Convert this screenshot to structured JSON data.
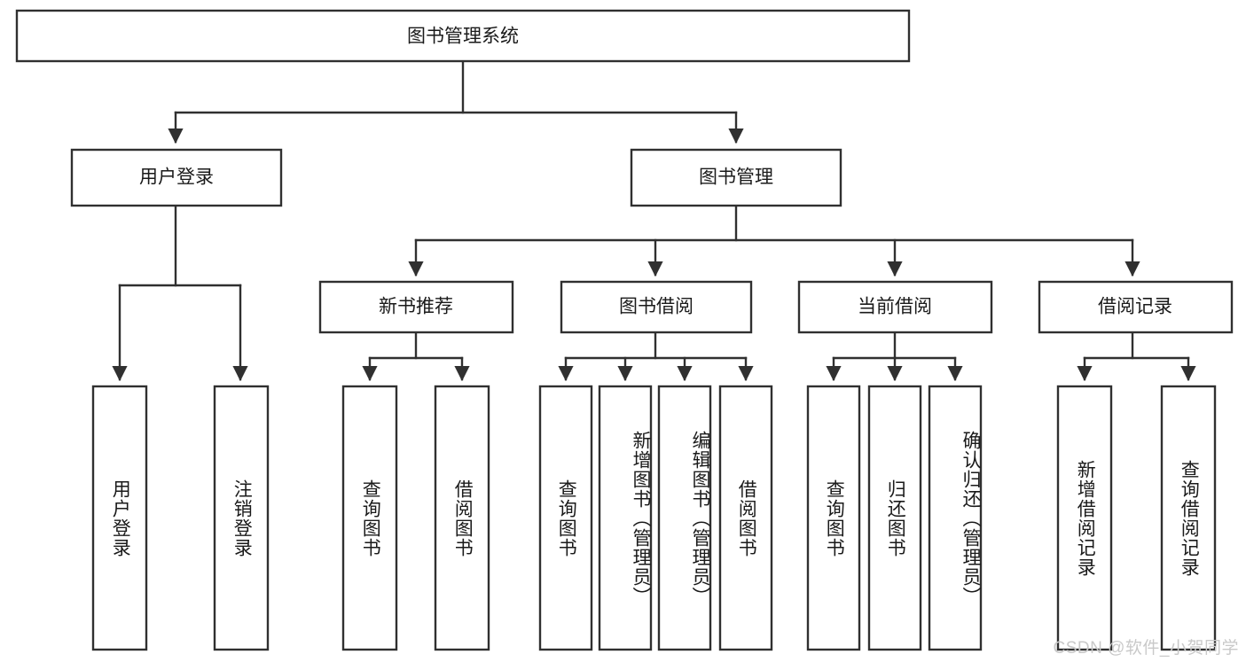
{
  "diagram": {
    "title": "图书管理系统",
    "type": "hierarchy-tree",
    "watermark": "CSDN @软件_小贺同学",
    "colors": {
      "box_stroke": "#303030",
      "box_fill": "#ffffff",
      "connector": "#303030",
      "text": "#1a1a1a",
      "watermark": "#c9c9c9",
      "background": "#ffffff"
    },
    "levels": {
      "root": {
        "label": "图书管理系统"
      },
      "level2": [
        {
          "label": "用户登录"
        },
        {
          "label": "图书管理"
        }
      ],
      "level3": [
        {
          "label": "新书推荐"
        },
        {
          "label": "图书借阅"
        },
        {
          "label": "当前借阅"
        },
        {
          "label": "借阅记录"
        }
      ],
      "leaves": {
        "user_login": [
          {
            "label": "用户登录"
          },
          {
            "label": "注销登录"
          }
        ],
        "new_book_recommend": [
          {
            "label": "查询图书"
          },
          {
            "label": "借阅图书"
          }
        ],
        "book_borrow": [
          {
            "label": "查询图书"
          },
          {
            "label": "新增图书（管理员）"
          },
          {
            "label": "编辑图书（管理员）"
          },
          {
            "label": "借阅图书"
          }
        ],
        "current_borrow": [
          {
            "label": "查询图书"
          },
          {
            "label": "归还图书"
          },
          {
            "label": "确认归还（管理员）"
          }
        ],
        "borrow_record": [
          {
            "label": "新增借阅记录"
          },
          {
            "label": "查询借阅记录"
          }
        ]
      }
    }
  }
}
